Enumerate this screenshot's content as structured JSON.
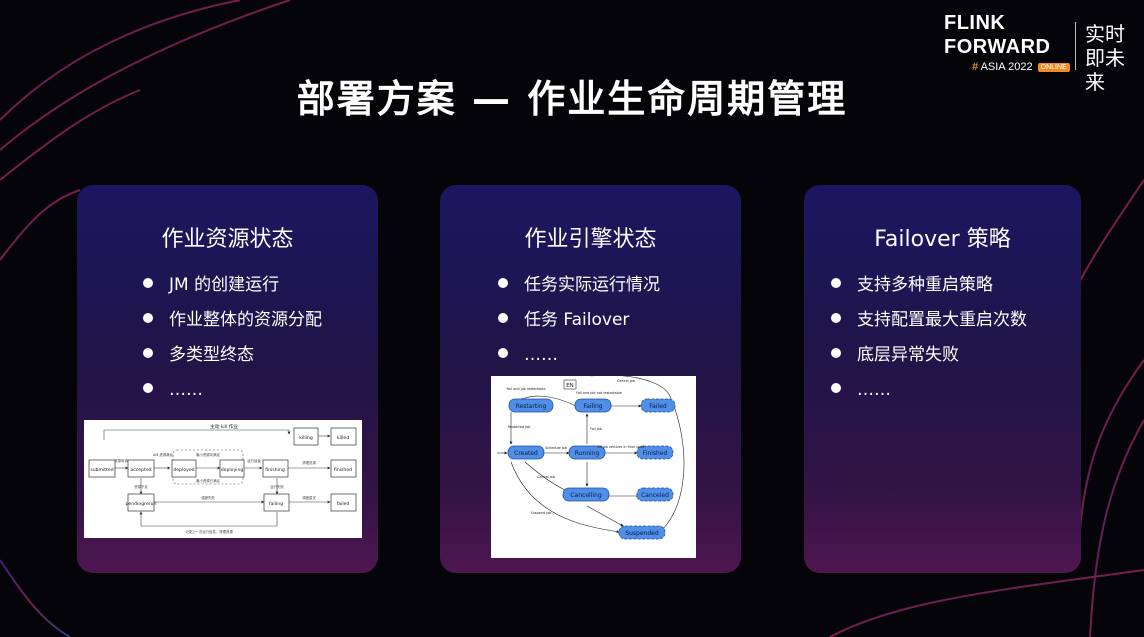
{
  "logo": {
    "line1": "FLINK",
    "line2": "FORWARD",
    "hash": "#",
    "event": "ASIA 2022",
    "online": "ONLINE",
    "slogan": "实时即未来"
  },
  "title": "部署方案 — 作业生命周期管理",
  "cards": [
    {
      "heading": "作业资源状态",
      "items": [
        "JM 的创建运行",
        "作业整体的资源分配",
        "多类型终态",
        "……"
      ],
      "diagram": {
        "top_label": "主动 kill 作业",
        "states": [
          "submitted",
          "accepted",
          "deployed",
          "deploying",
          "finishing",
          "killing",
          "killed",
          "finished",
          "failed",
          "failing",
          "pendingrerun"
        ],
        "edge_labels": [
          "资源申请",
          "AM 资源满足",
          "最小资源未满足",
          "最小资源已满足",
          "运行结束",
          "清理资源",
          "资源不足",
          "调度失败",
          "运行失败",
          "调度重试",
          "记录上一次运行信息，清理资源"
        ]
      }
    },
    {
      "heading": "作业引擎状态",
      "items": [
        "任务实际运行情况",
        "任务 Failover",
        "……"
      ],
      "diagram": {
        "badge": "EN",
        "states": [
          "Restarting",
          "Failing",
          "Failed",
          "Created",
          "Running",
          "Finished",
          "Cancelling",
          "Canceled",
          "Suspended"
        ],
        "edge_labels": [
          "Fail and job restartable",
          "Fail and job not restartable",
          "Cancel job",
          "Restarted job",
          "Schedule job",
          "All job vertices in final state",
          "Fail job",
          "Cancel job",
          "Suspend job"
        ]
      }
    },
    {
      "heading": "Failover 策略",
      "items": [
        "支持多种重启策略",
        "支持配置最大重启次数",
        "底层异常失败",
        "……"
      ]
    }
  ],
  "colors": {
    "background": "#050509",
    "card_top": "#1b1660",
    "card_bottom": "#4f1651",
    "accent_orange": "#f08a24",
    "state_blue": "#4f8fe8"
  }
}
